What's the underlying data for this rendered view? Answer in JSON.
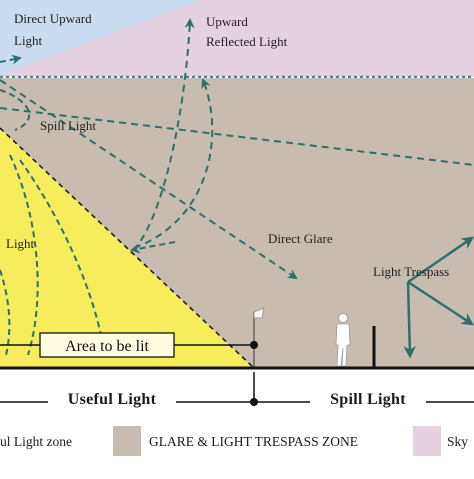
{
  "labels": {
    "direct_upward_line1": "Direct Upward",
    "direct_upward_line2": "Light",
    "upward_reflected_line1": "Upward",
    "upward_reflected_line2": "Reflected Light",
    "spill_light": "Spill Light",
    "light_partial": "Light",
    "direct_glare": "Direct Glare",
    "light_trespass": "Light Trespass",
    "area_to_be_lit": "Area to be lit",
    "useful_light": "Useful Light",
    "spill_light_bottom": "Spill Light"
  },
  "legend": {
    "items": [
      {
        "label": "ul Light zone",
        "color": "#f7ec5c"
      },
      {
        "label": "GLARE & LIGHT TRESPASS ZONE",
        "color": "#c8bcb0"
      },
      {
        "label": "Sky",
        "color": "#e4d2e0"
      }
    ]
  },
  "colors": {
    "sky": "#e4d2e0",
    "sky_blue": "#c9dcf2",
    "glare_zone": "#c8bcb0",
    "useful_zone": "#f7ec5c",
    "arrow": "#2e6f6b",
    "sky_line": "#3c8e8a"
  }
}
